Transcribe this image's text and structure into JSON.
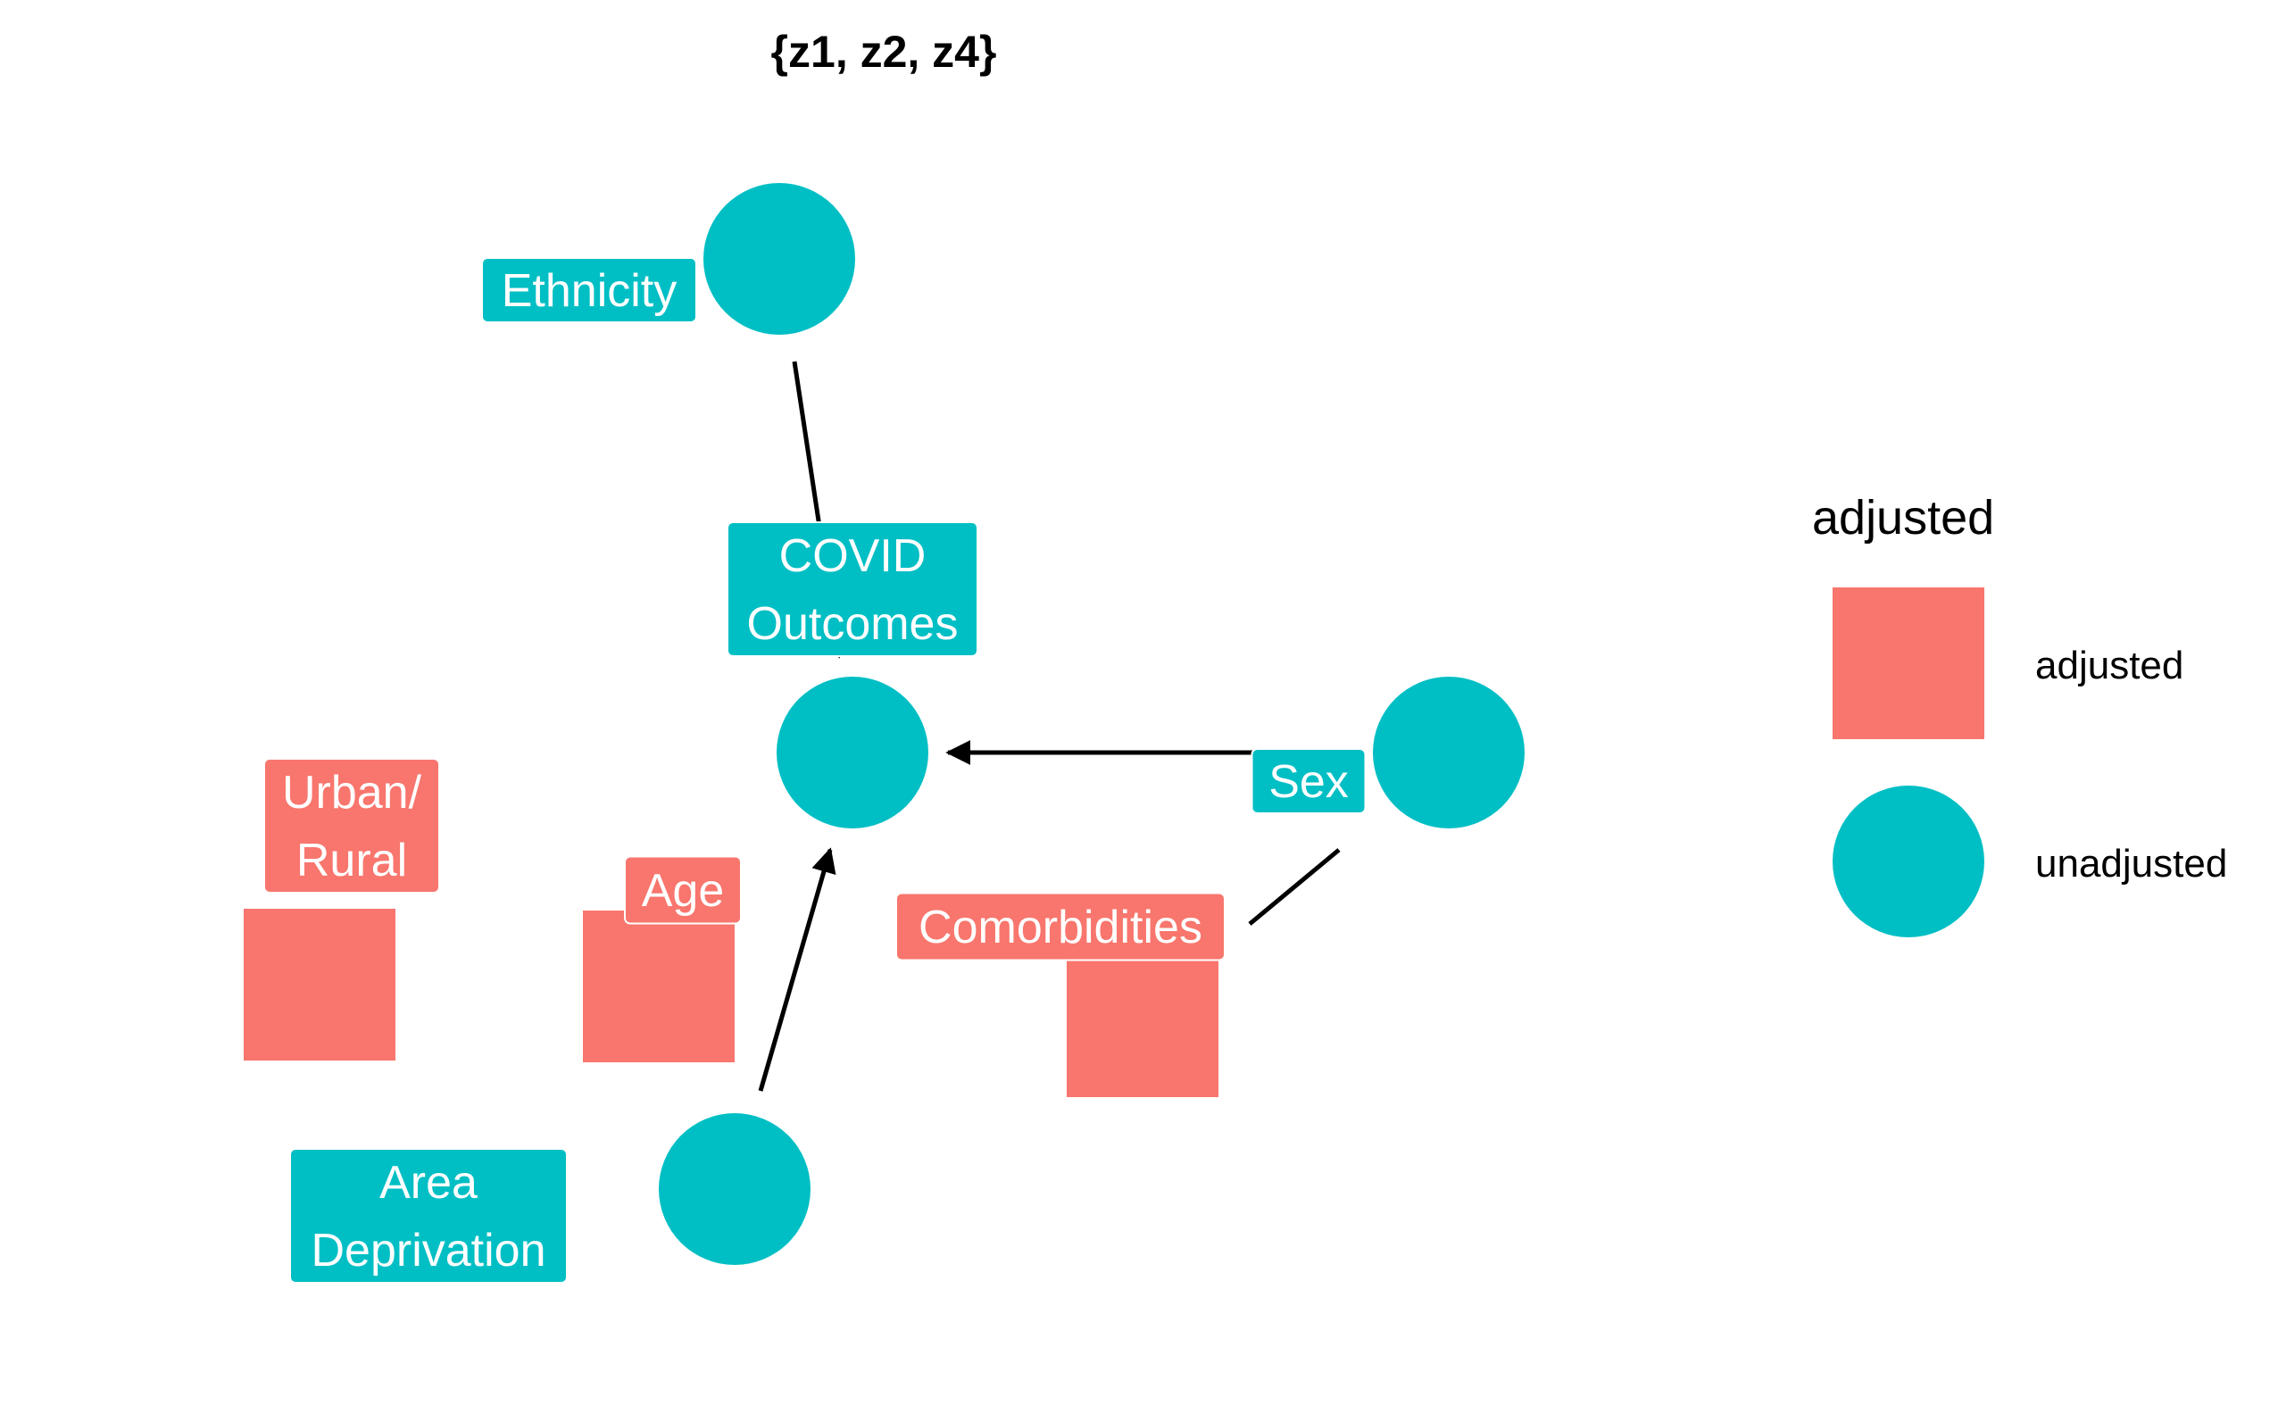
{
  "title": "{z1, z2, z4}",
  "legend": {
    "title": "adjusted",
    "items": [
      {
        "label": "adjusted",
        "shape": "square",
        "color": "#F8766D"
      },
      {
        "label": "unadjusted",
        "shape": "circle",
        "color": "#00BFC4"
      }
    ]
  },
  "colors": {
    "adjusted": "#F8766D",
    "unadjusted": "#00BFC4",
    "edge": "#000000",
    "label_text": "#ffffff"
  },
  "nodes": [
    {
      "id": "ethnicity",
      "label_lines": [
        "Ethnicity"
      ],
      "status": "unadjusted"
    },
    {
      "id": "covid_outcomes",
      "label_lines": [
        "COVID",
        "Outcomes"
      ],
      "status": "unadjusted"
    },
    {
      "id": "sex",
      "label_lines": [
        "Sex"
      ],
      "status": "unadjusted"
    },
    {
      "id": "area_deprivation",
      "label_lines": [
        "Area",
        "Deprivation"
      ],
      "status": "unadjusted"
    },
    {
      "id": "urban_rural",
      "label_lines": [
        "Urban/",
        "Rural"
      ],
      "status": "adjusted"
    },
    {
      "id": "age",
      "label_lines": [
        "Age"
      ],
      "status": "adjusted"
    },
    {
      "id": "comorbidities",
      "label_lines": [
        "Comorbidities"
      ],
      "status": "adjusted"
    }
  ],
  "edges": [
    {
      "from": "ethnicity",
      "to": "covid_outcomes",
      "arrow": true
    },
    {
      "from": "sex",
      "to": "covid_outcomes",
      "arrow": true
    },
    {
      "from": "area_deprivation",
      "to": "covid_outcomes",
      "arrow": true
    },
    {
      "from": "sex",
      "to": "comorbidities",
      "arrow": false
    }
  ]
}
